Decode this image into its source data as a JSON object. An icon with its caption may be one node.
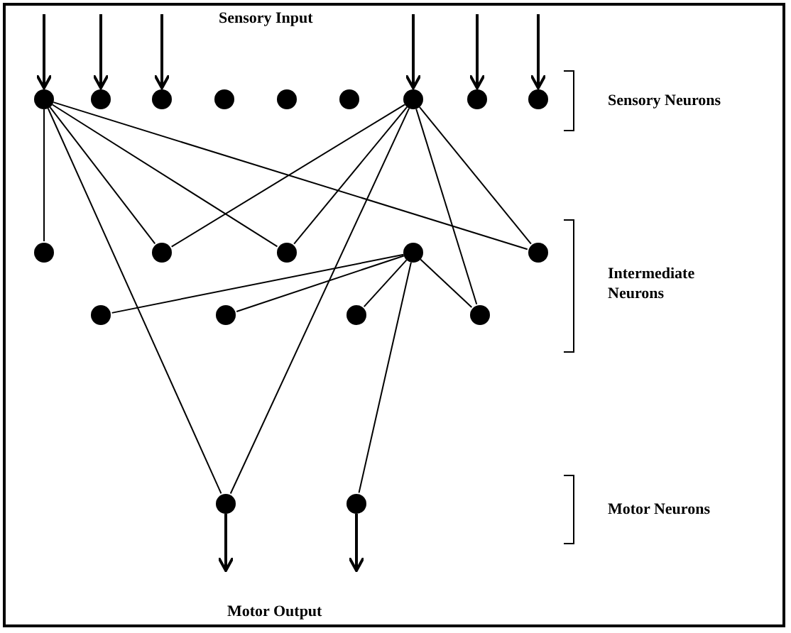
{
  "diagram": {
    "nodes": [
      {
        "text": [],
        "shape": "circle"
      },
      {
        "text": [],
        "shape": "circle"
      },
      {
        "text": [],
        "shape": "circle"
      },
      {
        "text": [],
        "shape": "circle"
      },
      {
        "text": [],
        "shape": "circle"
      },
      {
        "text": [],
        "shape": "circle"
      },
      {
        "text": [],
        "shape": "circle"
      },
      {
        "text": [],
        "shape": "circle"
      },
      {
        "text": [],
        "shape": "circle"
      },
      {
        "text": [],
        "shape": "circle"
      },
      {
        "text": [],
        "shape": "circle"
      },
      {
        "text": [],
        "shape": "circle"
      },
      {
        "text": [],
        "shape": "circle"
      },
      {
        "text": [],
        "shape": "circle"
      },
      {
        "text": [],
        "shape": "circle"
      },
      {
        "text": [],
        "shape": "circle"
      },
      {
        "text": [],
        "shape": "circle"
      },
      {
        "text": [],
        "shape": "circle"
      },
      {
        "text": [],
        "shape": "circle"
      },
      {
        "text": [],
        "shape": "circle"
      }
    ],
    "edges": [
      {
        "from": null,
        "to": 0,
        "arrow": "to"
      },
      {
        "from": null,
        "to": 1,
        "arrow": "to"
      },
      {
        "from": null,
        "to": 2,
        "arrow": "to"
      },
      {
        "from": null,
        "to": 6,
        "arrow": "to"
      },
      {
        "from": null,
        "to": 7,
        "arrow": "to"
      },
      {
        "from": null,
        "to": 8,
        "arrow": "to"
      },
      {
        "from": 0,
        "to": 9,
        "arrow": "none"
      },
      {
        "from": 0,
        "to": 18,
        "arrow": "none"
      },
      {
        "from": 0,
        "to": 10,
        "arrow": "none"
      },
      {
        "from": 0,
        "to": 11,
        "arrow": "none"
      },
      {
        "from": 0,
        "to": 13,
        "arrow": "none"
      },
      {
        "from": 6,
        "to": 10,
        "arrow": "none"
      },
      {
        "from": 6,
        "to": 11,
        "arrow": "none"
      },
      {
        "from": 6,
        "to": 18,
        "arrow": "none"
      },
      {
        "from": 6,
        "to": 17,
        "arrow": "none"
      },
      {
        "from": 6,
        "to": 13,
        "arrow": "none"
      },
      {
        "from": 12,
        "to": 14,
        "arrow": "none"
      },
      {
        "from": 12,
        "to": 15,
        "arrow": "none"
      },
      {
        "from": 12,
        "to": 16,
        "arrow": "none"
      },
      {
        "from": 12,
        "to": 17,
        "arrow": "none"
      },
      {
        "from": 12,
        "to": 19,
        "arrow": "none"
      },
      {
        "from": 18,
        "to": null,
        "arrow": "to"
      },
      {
        "from": 19,
        "to": null,
        "arrow": "to"
      }
    ],
    "labels": [
      "Sensory Input",
      "Sensory Neurons",
      "Intermediate Neurons",
      "Motor Neurons",
      "Motor Output"
    ]
  }
}
